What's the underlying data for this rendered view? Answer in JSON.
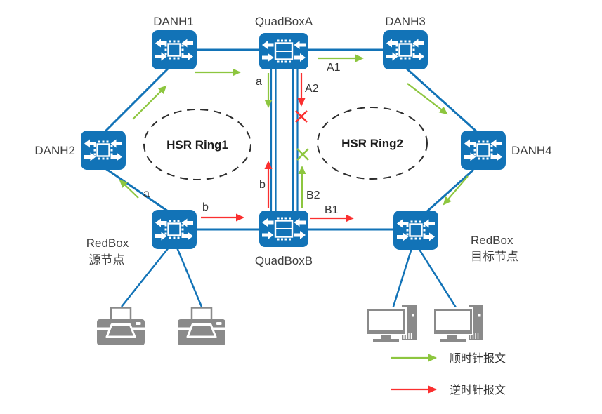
{
  "nodes": {
    "danh1": "DANH1",
    "danh2": "DANH2",
    "danh3": "DANH3",
    "danh4": "DANH4",
    "quadbox_a": "QuadBoxA",
    "quadbox_b": "QuadBoxB",
    "redbox_source": {
      "name": "RedBox",
      "role": "源节点"
    },
    "redbox_target": {
      "name": "RedBox",
      "role": "目标节点"
    }
  },
  "rings": {
    "ring1": "HSR Ring1",
    "ring2": "HSR Ring2"
  },
  "flows": {
    "ring1_a_vertical": "a",
    "ring1_a_diagonal": "a",
    "ring1_b_vertical": "b",
    "ring1_b_horizontal": "b",
    "ring2_a1": "A1",
    "ring2_a2": "A2",
    "ring2_b1": "B1",
    "ring2_b2": "B2"
  },
  "legend": {
    "clockwise": "顺时针报文",
    "counterclockwise": "逆时针报文"
  },
  "devices": {
    "printers": 2,
    "computers": 2
  },
  "colors": {
    "node_blue": "#1273B7",
    "clockwise_green": "#8DC63F",
    "counterclockwise_red": "#FB2F2F",
    "device_gray": "#8A8A8A",
    "text_dark": "#3F3F3F"
  }
}
